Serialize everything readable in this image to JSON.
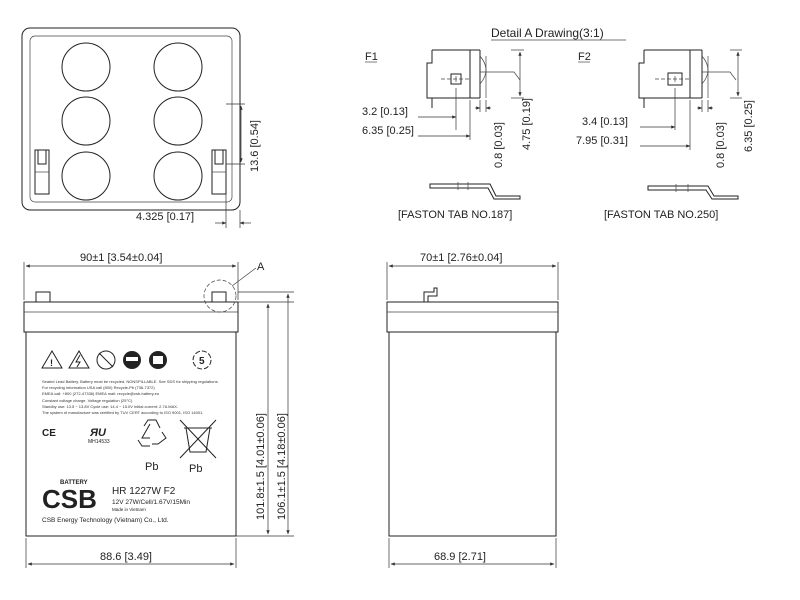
{
  "detail": {
    "title": "Detail A Drawing(3:1)",
    "f1": {
      "label": "F1",
      "dim_3_2": "3.2  [0.13]",
      "dim_6_35": "6.35  [0.25]",
      "dim_0_8": "0.8  [0.03]",
      "dim_4_75": "4.75  [0.19]",
      "caption": "[FASTON TAB NO.187]"
    },
    "f2": {
      "label": "F2",
      "dim_3_4": "3.4  [0.13]",
      "dim_7_95": "7.95  [0.31]",
      "dim_0_8": "0.8  [0.03]",
      "dim_6_35": "6.35  [0.25]",
      "caption": "[FASTON TAB NO.250]"
    }
  },
  "top_view": {
    "dim_height": "13.6  [0.54]",
    "dim_width": "4.325  [0.17]"
  },
  "front_view": {
    "dim_top": "90±1  [3.54±0.04]",
    "dim_bottom": "88.6  [3.49]",
    "dim_h_inner": "101.8±1.5  [4.01±0.06]",
    "dim_h_outer": "106.1±1.5  [4.18±0.06]",
    "detail_marker": "A",
    "label": {
      "warning_text": [
        "Sealed Lead Battery. Battery must be recycled. NONSPILLABLE. See SDS for shipping regulations.",
        "For recycling information USA call (800) Recycle-Pb (736-7372)",
        "EMEA call: +800 (272-47336)   EMEA mail: recycle@csb-battery.eu",
        "Constant voltage charge. Voltage regulation (25°C)",
        "Standby use: 13.5 ~ 13.8V  Cycle use: 14.4 ~ 15.0V  Initial current: 2.7A MAX.",
        "The system of manufacture was certified by TUV CERT according to ISO 9001, ISO 14001."
      ],
      "ce": "CE",
      "ul_number": "MH14533",
      "pb1": "Pb",
      "pb2": "Pb",
      "battery_word": "BATTERY",
      "brand": "CSB",
      "model": "HR 1227W F2",
      "spec": "12V 27W/Cell/1.67V/15Min",
      "made_in": "Made in Vietnam",
      "company": "CSB Energy Technology (Vietnam) Co., Ltd.",
      "warning_circle_number": "5"
    }
  },
  "side_view": {
    "dim_top": "70±1  [2.76±0.04]",
    "dim_bottom": "68.9  [2.71]"
  }
}
